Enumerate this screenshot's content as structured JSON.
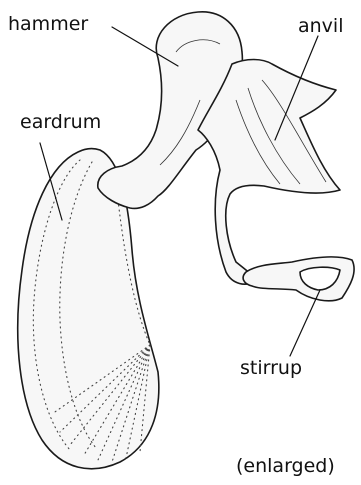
{
  "labels": {
    "hammer": "hammer",
    "anvil": "anvil",
    "eardrum": "eardrum",
    "stirrup": "stirrup",
    "enlarged": "(enlarged)"
  }
}
